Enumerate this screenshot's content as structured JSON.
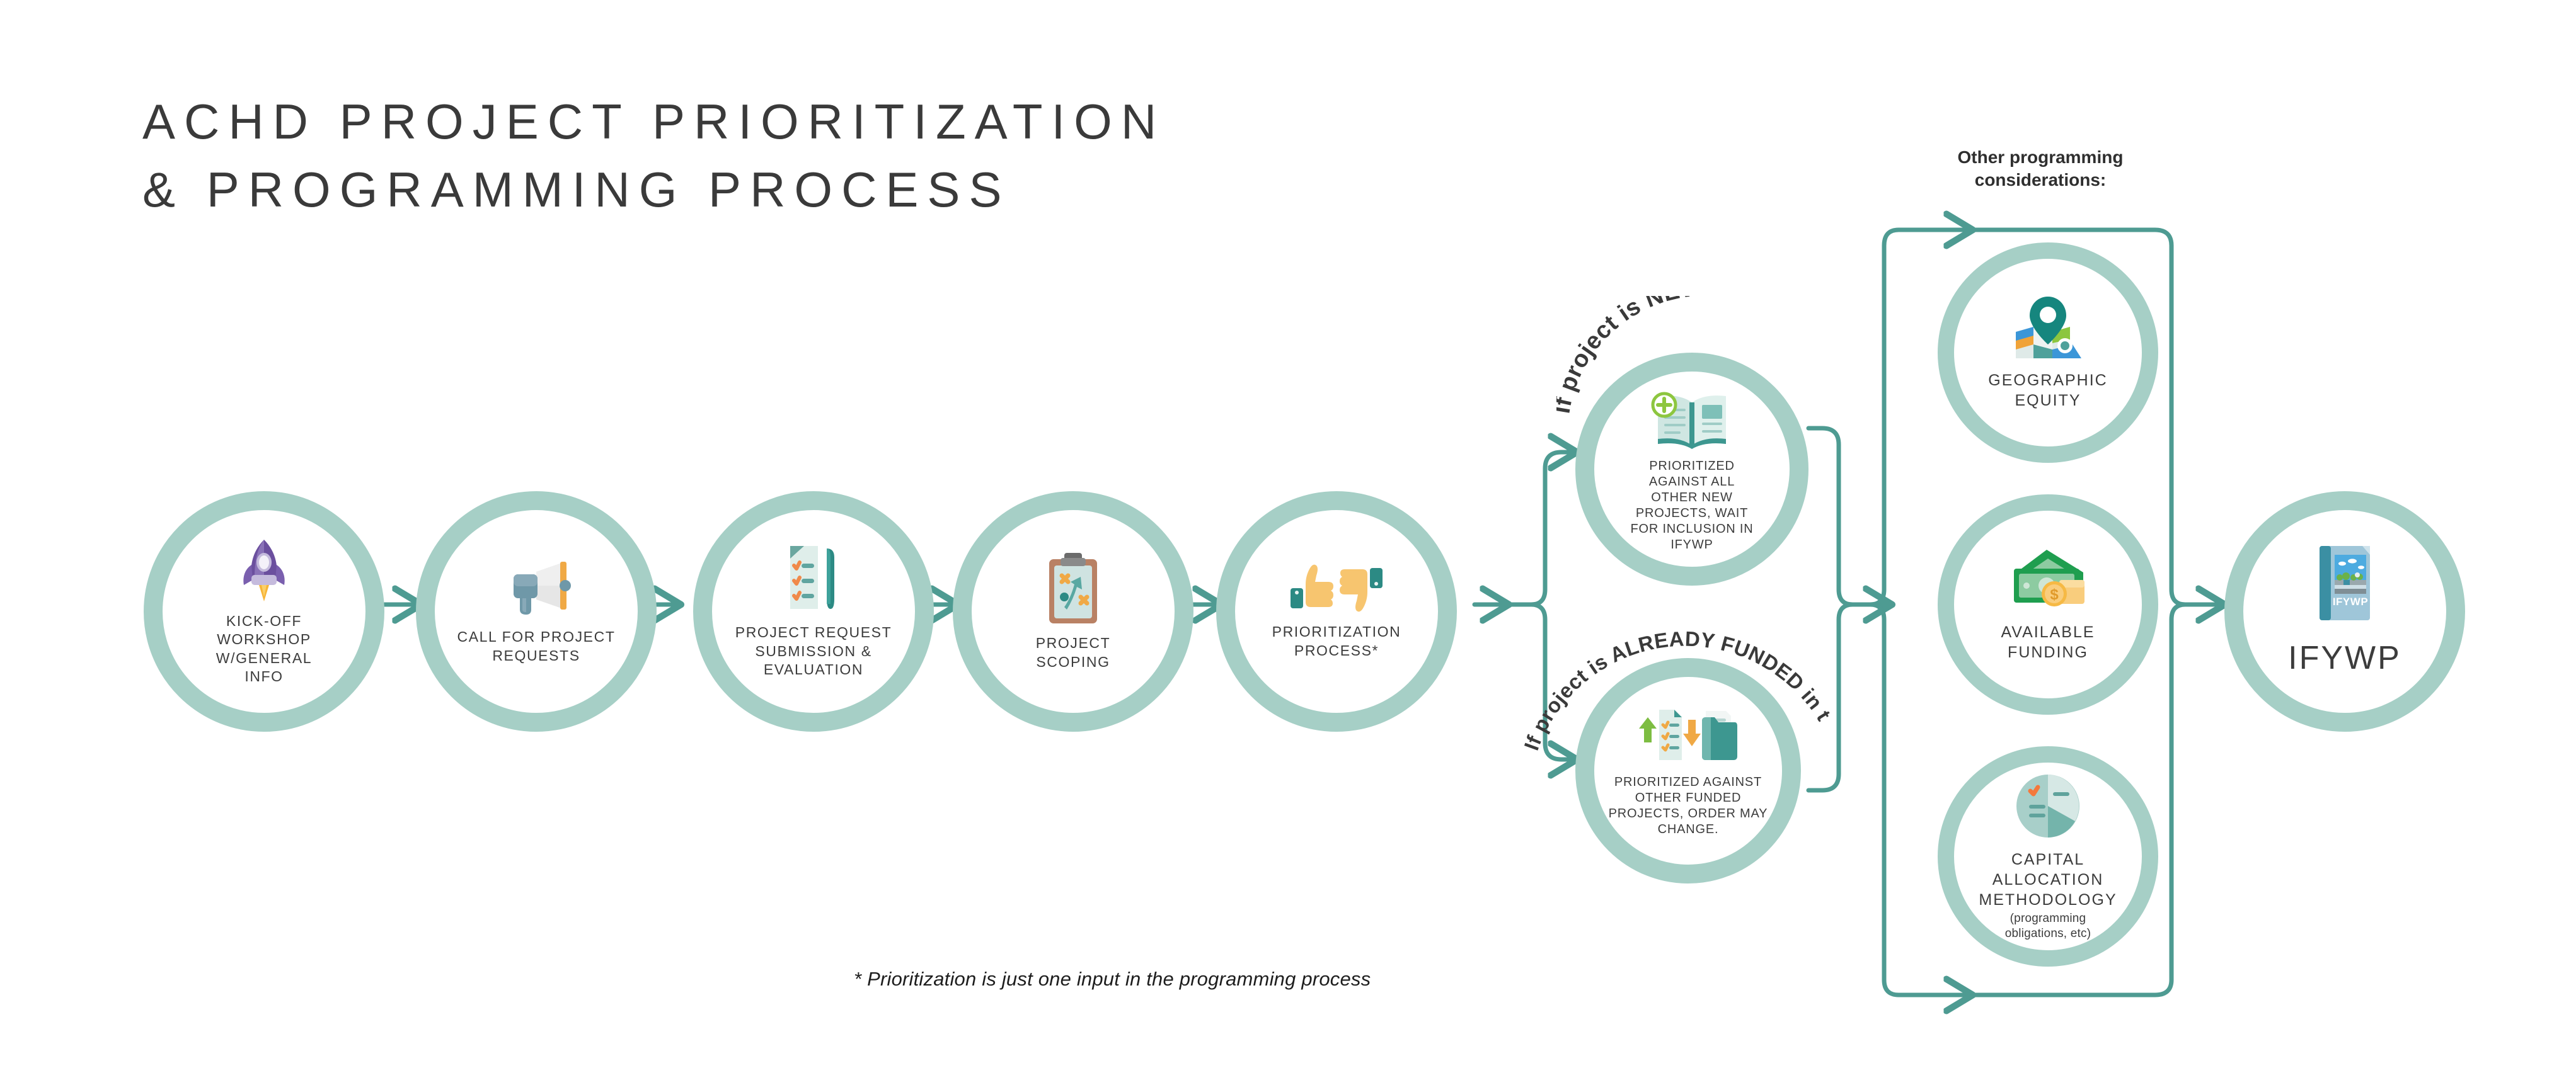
{
  "title": "ACHD PROJECT PRIORITIZATION\n& PROGRAMMING PROCESS",
  "colors": {
    "ring": "#a6cfc6",
    "arrow": "#4e9b92",
    "text": "#3c3c3c",
    "background": "#ffffff"
  },
  "flow": {
    "steps": [
      {
        "id": "kickoff",
        "label": "KICK-OFF\nWORKSHOP\nW/GENERAL\nINFO",
        "icon": "rocket-icon"
      },
      {
        "id": "call",
        "label": "CALL FOR PROJECT\nREQUESTS",
        "icon": "megaphone-icon"
      },
      {
        "id": "submission",
        "label": "PROJECT REQUEST\nSUBMISSION &\nEVALUATION",
        "icon": "checklist-pen-icon"
      },
      {
        "id": "scoping",
        "label": "PROJECT\nSCOPING",
        "icon": "clipboard-strategy-icon"
      },
      {
        "id": "prioritize",
        "label": "PRIORITIZATION\nPROCESS*",
        "icon": "thumbs-up-down-icon"
      }
    ]
  },
  "branches": {
    "new": {
      "condition": "If project is NEW",
      "label": "PRIORITIZED\nAGAINST ALL\nOTHER NEW\nPROJECTS, WAIT\nFOR INCLUSION IN\nIFYWP",
      "icon": "open-book-plus-icon"
    },
    "funded": {
      "condition": "If project is ALREADY FUNDED in the IFYWP.",
      "label": "PRIORITIZED AGAINST\nOTHER FUNDED\nPROJECTS, ORDER MAY\nCHANGE.",
      "icon": "checklist-folder-arrows-icon"
    }
  },
  "considerations": {
    "heading": "Other programming\nconsiderations:",
    "items": [
      {
        "id": "geographic",
        "label": "GEOGRAPHIC\nEQUITY",
        "sub": "",
        "icon": "map-pin-icon"
      },
      {
        "id": "funding",
        "label": "AVAILABLE\nFUNDING",
        "sub": "",
        "icon": "money-icon"
      },
      {
        "id": "capital",
        "label": "CAPITAL\nALLOCATION\nMETHODOLOGY",
        "sub": "(programming\nobligations, etc)",
        "icon": "pie-chart-icon"
      }
    ]
  },
  "outcome": {
    "label": "IFYWP",
    "icon": "ifywp-book-icon",
    "book_text": "IFYWP"
  },
  "footnote": "* Prioritization is just one input in the programming process"
}
